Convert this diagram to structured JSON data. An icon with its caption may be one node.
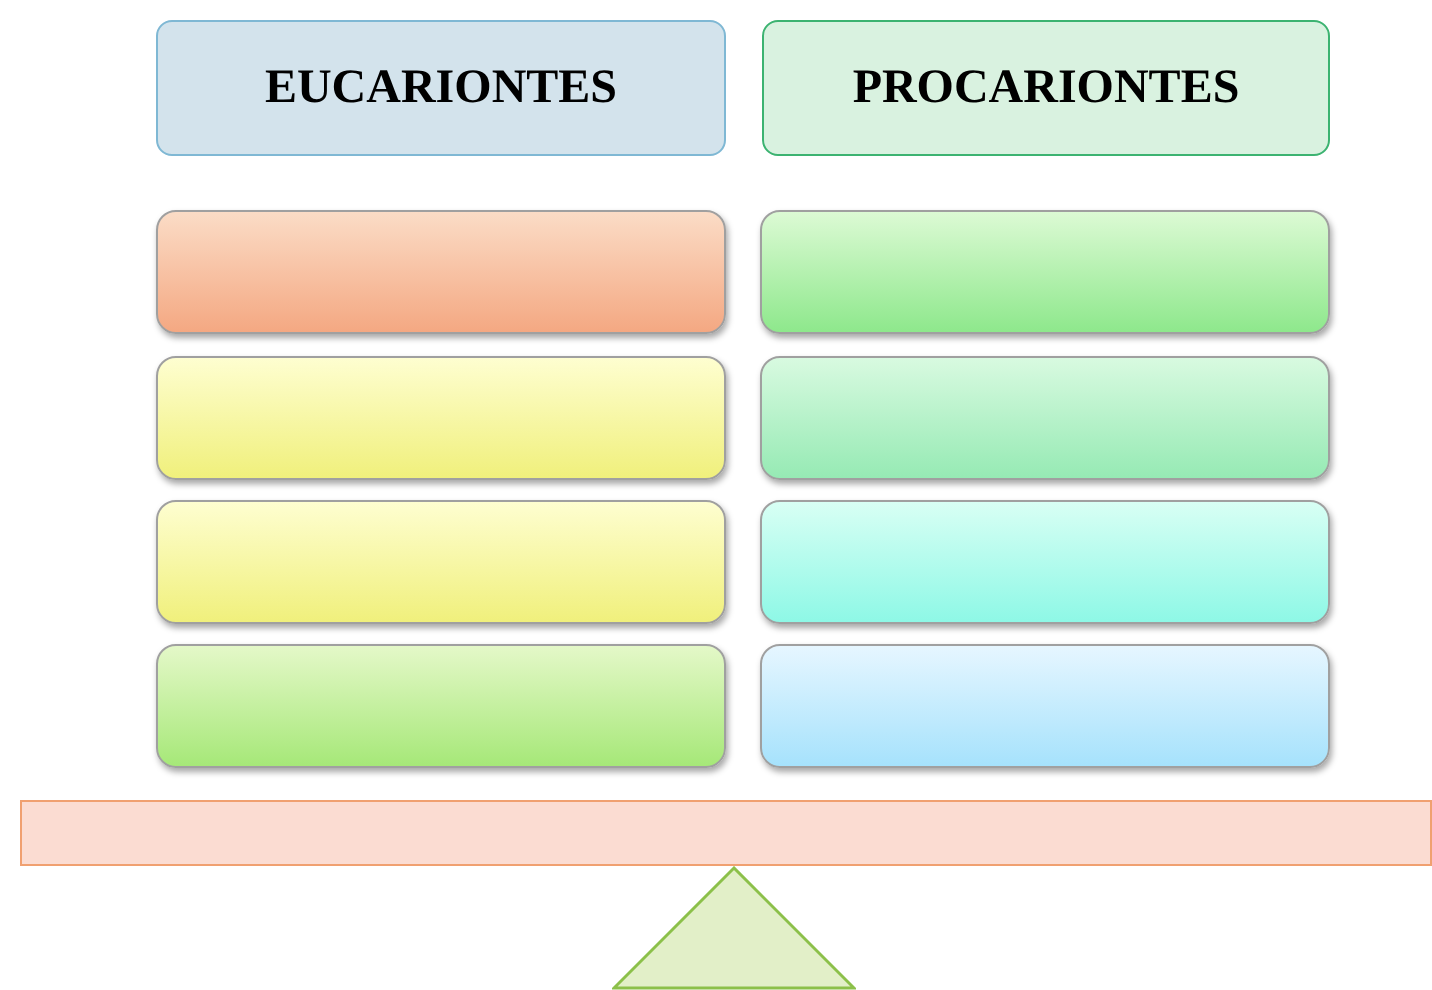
{
  "diagram": {
    "nodes": [
      {
        "text": [
          "EUCARIONTES"
        ]
      },
      {
        "text": [
          "PROCARIONTES"
        ]
      },
      {
        "text": [],
        "shape": "box"
      },
      {
        "text": [],
        "shape": "box"
      },
      {
        "text": [],
        "shape": "box"
      },
      {
        "text": [],
        "shape": "box"
      },
      {
        "text": [],
        "shape": "box"
      },
      {
        "text": [],
        "shape": "box"
      },
      {
        "text": [],
        "shape": "box"
      },
      {
        "text": [],
        "shape": "box"
      },
      {
        "text": [],
        "shape": "bar"
      },
      {
        "text": [],
        "shape": "triangle"
      }
    ]
  }
}
